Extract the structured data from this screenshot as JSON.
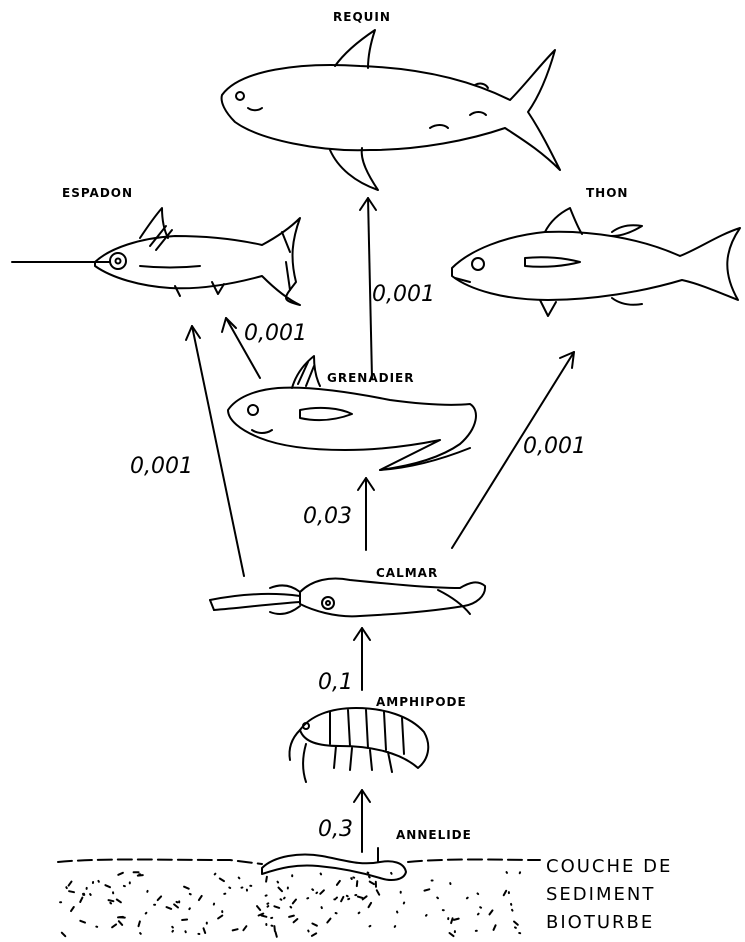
{
  "species": {
    "requin": "REQUIN",
    "espadon": "ESPADON",
    "thon": "THON",
    "grenadier": "GRENADIER",
    "calmar": "CALMAR",
    "amphipode": "AMPHIPODE",
    "annelide": "ANNELIDE"
  },
  "sediment": {
    "line1": "COUCHE DE",
    "line2": "SEDIMENT",
    "line3": "BIOTURBE"
  },
  "links": {
    "annelide_to_amphipode": "0,3",
    "amphipode_to_calmar": "0,1",
    "calmar_to_grenadier": "0,03",
    "calmar_to_espadon": "0,001",
    "grenadier_to_espadon": "0,001",
    "grenadier_to_requin": "0,001",
    "calmar_to_thon": "0,001"
  }
}
